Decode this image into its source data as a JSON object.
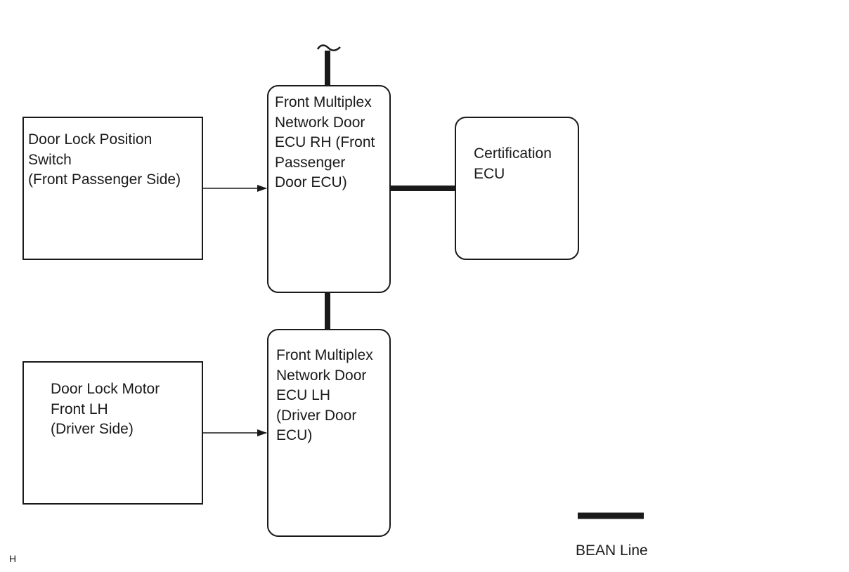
{
  "diagram": {
    "boxes": {
      "door_lock_position_switch": "Door Lock Position\nSwitch\n(Front Passenger Side)",
      "door_lock_motor": "Door Lock Motor\nFront LH\n(Driver Side)",
      "front_multiplex_rh": "Front Multiplex\nNetwork Door\nECU RH (Front\nPassenger\nDoor ECU)",
      "front_multiplex_lh": "Front Multiplex\nNetwork Door\nECU LH\n(Driver Door\nECU)",
      "certification_ecu": "Certification\nECU"
    },
    "legend": {
      "bean_line": "BEAN Line"
    },
    "corner_code": "H",
    "colors": {
      "line": "#1a1a1a",
      "background": "#ffffff"
    }
  }
}
